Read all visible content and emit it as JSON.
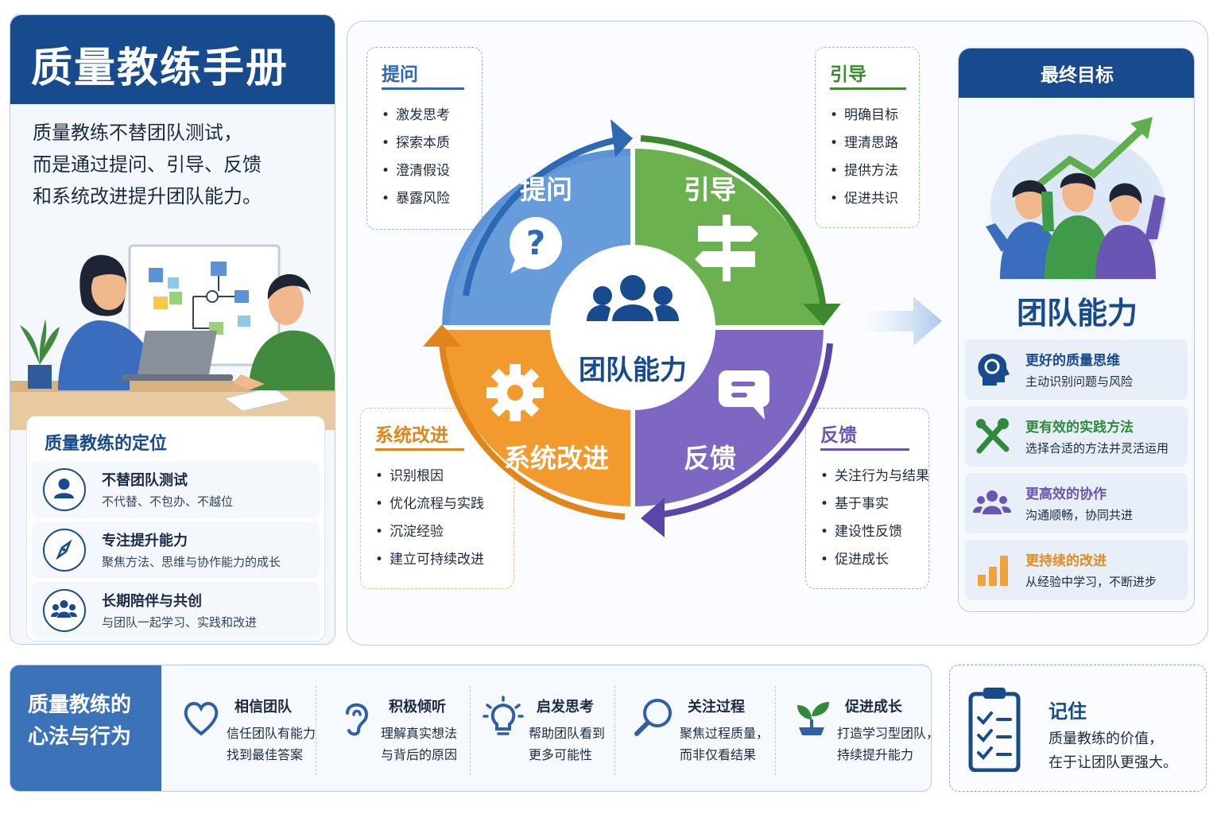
{
  "left": {
    "title": "质量教练手册",
    "intro": [
      "质量教练不替团队测试，",
      "而是通过提问、引导、反馈",
      "和系统改进提升团队能力。"
    ],
    "positioning": {
      "heading": "质量教练的定位",
      "items": [
        {
          "title": "不替团队测试",
          "desc": "不代替、不包办、不越位"
        },
        {
          "title": "专注提升能力",
          "desc": "聚焦方法、思维与协作能力的成长"
        },
        {
          "title": "长期陪伴与共创",
          "desc": "与团队一起学习、实践和改进"
        }
      ]
    }
  },
  "cycle": {
    "center_label": "团队能力",
    "quadrants": {
      "ask": "提问",
      "guide": "引导",
      "feedback": "反馈",
      "improve": "系统改进"
    },
    "boxes": {
      "ask": {
        "heading": "提问",
        "items": [
          "激发思考",
          "探索本质",
          "澄清假设",
          "暴露风险"
        ]
      },
      "guide": {
        "heading": "引导",
        "items": [
          "明确目标",
          "理清思路",
          "提供方法",
          "促进共识"
        ]
      },
      "improve": {
        "heading": "系统改进",
        "items": [
          "识别根因",
          "优化流程与实践",
          "沉淀经验",
          "建立可持续改进"
        ]
      },
      "feedback": {
        "heading": "反馈",
        "items": [
          "关注行为与结果",
          "基于事实",
          "建设性反馈",
          "促进成长"
        ]
      }
    },
    "colors": {
      "ask": "#5b93d6",
      "guide": "#6cb14f",
      "feedback": "#7d67c2",
      "improve": "#f29a2e"
    }
  },
  "goal": {
    "heading": "最终目标",
    "title": "团队能力",
    "items": [
      {
        "title": "更好的质量思维",
        "desc": "主动识别问题与风险",
        "color": "#174b8e",
        "icon": "head-icon"
      },
      {
        "title": "更有效的实践方法",
        "desc": "选择合适的方法并灵活运用",
        "color": "#2f8a3c",
        "icon": "tools-icon"
      },
      {
        "title": "更高效的协作",
        "desc": "沟通顺畅，协同共进",
        "color": "#6a55b5",
        "icon": "people-icon"
      },
      {
        "title": "更持续的改进",
        "desc": "从经验中学习，不断进步",
        "color": "#e58a1f",
        "icon": "bar-chart-icon"
      }
    ]
  },
  "mindset": {
    "heading": [
      "质量教练的",
      "心法与行为"
    ],
    "items": [
      {
        "title": "相信团队",
        "desc": [
          "信任团队有能力",
          "找到最佳答案"
        ],
        "icon": "heart-icon"
      },
      {
        "title": "积极倾听",
        "desc": [
          "理解真实想法",
          "与背后的原因"
        ],
        "icon": "ear-icon"
      },
      {
        "title": "启发思考",
        "desc": [
          "帮助团队看到",
          "更多可能性"
        ],
        "icon": "lightbulb-icon"
      },
      {
        "title": "关注过程",
        "desc": [
          "聚焦过程质量，",
          "而非仅看结果"
        ],
        "icon": "magnifier-icon"
      },
      {
        "title": "促进成长",
        "desc": [
          "打造学习型团队，",
          "持续提升能力"
        ],
        "icon": "sprout-icon"
      }
    ]
  },
  "remember": {
    "title": "记住",
    "desc": [
      "质量教练的价值，",
      "在于让团队更强大。"
    ],
    "icon": "checklist-icon"
  }
}
